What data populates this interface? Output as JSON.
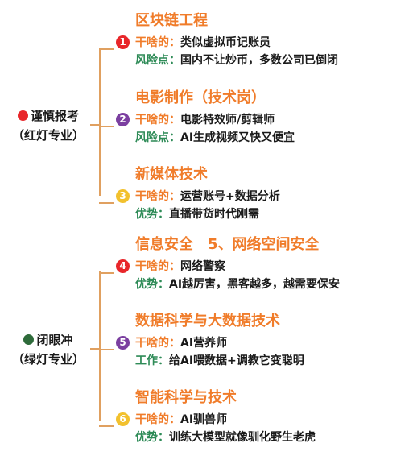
{
  "groups": [
    {
      "dot_color": "#e8262a",
      "label_line1": "谨慎报考",
      "label_line2": "（红灯专业）",
      "items": [
        {
          "num": "1",
          "num_color": "#e8262a",
          "title": "区块链工程",
          "rows": [
            {
              "label": "干啥的：",
              "value": "类似虚拟币记账员",
              "label_color": "orange"
            },
            {
              "label": "风险点：",
              "value": "国内不让炒币，多数公司已倒闭",
              "label_color": "green"
            }
          ]
        },
        {
          "num": "2",
          "num_color": "#7b3fa0",
          "title": "电影制作（技术岗）",
          "rows": [
            {
              "label": "干啥的：",
              "value": "电影特效师/剪辑师",
              "label_color": "orange"
            },
            {
              "label": "风险点：",
              "value": "AI生成视频又快又便宜",
              "label_color": "green"
            }
          ]
        },
        {
          "num": "3",
          "num_color": "#f2c12e",
          "title": "新媒体技术",
          "rows": [
            {
              "label": "干啥的：",
              "value": "运营账号+数据分析",
              "label_color": "orange"
            },
            {
              "label": "优势：",
              "value": "直播带货时代刚需",
              "label_color": "green"
            }
          ]
        }
      ]
    },
    {
      "dot_color": "#2e6b3a",
      "label_line1": "闭眼冲",
      "label_line2": "（绿灯专业）",
      "items": [
        {
          "num": "4",
          "num_color": "#e8262a",
          "title": "信息安全　5、网络空间安全",
          "rows": [
            {
              "label": "干啥的：",
              "value": "网络警察",
              "label_color": "orange"
            },
            {
              "label": "优势：",
              "value": "AI越厉害，黑客越多，越需要保安",
              "label_color": "green"
            }
          ]
        },
        {
          "num": "5",
          "num_color": "#7b3fa0",
          "title": "数据科学与大数据技术",
          "rows": [
            {
              "label": "干啥的：",
              "value": "AI营养师",
              "label_color": "orange"
            },
            {
              "label": "工作：",
              "value": "给AI喂数据+调教它变聪明",
              "label_color": "green"
            }
          ]
        },
        {
          "num": "6",
          "num_color": "#f2c12e",
          "title": "智能科学与技术",
          "rows": [
            {
              "label": "干啥的：",
              "value": "AI驯兽师",
              "label_color": "orange"
            },
            {
              "label": "优势：",
              "value": "训练大模型就像驯化野生老虎",
              "label_color": "green"
            }
          ]
        }
      ]
    }
  ]
}
